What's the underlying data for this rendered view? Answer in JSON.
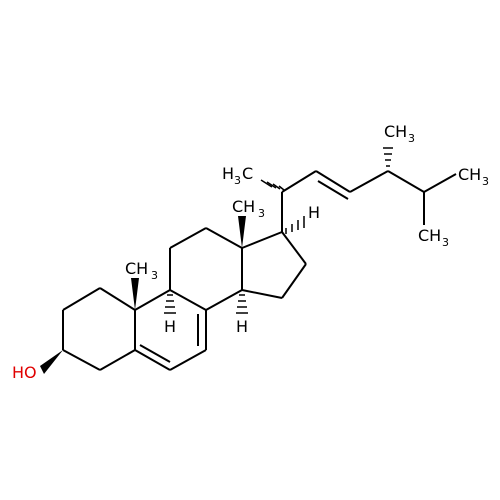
{
  "labels": {
    "hydroxyl": "HO",
    "methyl_c10": "CH",
    "methyl_c10_sub": "3",
    "methyl_c13": "CH",
    "methyl_c13_sub": "3",
    "methyl_c20": "H",
    "methyl_c20_sub": "3",
    "methyl_c20_tail": "C",
    "methyl_c24": "CH",
    "methyl_c24_sub": "3",
    "methyl_c26": "CH",
    "methyl_c26_sub": "3",
    "methyl_c27": "CH",
    "methyl_c27_sub": "3",
    "h_c9": "H",
    "h_c14": "H",
    "h_c17": "H"
  },
  "colors": {
    "bond": "#000000",
    "hydroxyl": "#e00000",
    "background": "#ffffff"
  }
}
